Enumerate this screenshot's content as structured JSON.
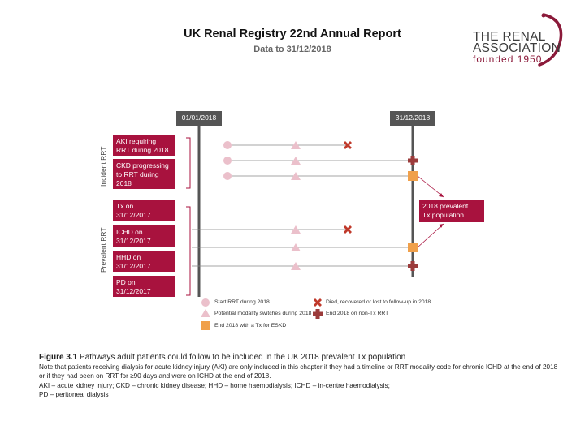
{
  "header": {
    "title": "UK Renal Registry 22nd Annual Report",
    "subtitle": "Data to 31/12/2018"
  },
  "logo": {
    "line1": "THE RENAL",
    "line2": "ASSOCIATION",
    "founded": "founded 1950",
    "color": "#8b1a3a"
  },
  "diagram": {
    "date_start": "01/01/2018",
    "date_end": "31/12/2018",
    "group_incident": "Incident RRT",
    "group_prevalent": "Prevalent RRT",
    "boxes": [
      {
        "line1": "AKI requiring",
        "line2": "RRT during 2018",
        "line3": ""
      },
      {
        "line1": "CKD progressing",
        "line2": "to RRT during",
        "line3": "2018"
      },
      {
        "line1": "Tx on",
        "line2": "31/12/2017",
        "line3": ""
      },
      {
        "line1": "ICHD on",
        "line2": "31/12/2017",
        "line3": ""
      },
      {
        "line1": "HHD on",
        "line2": "31/12/2017",
        "line3": ""
      },
      {
        "line1": "PD on",
        "line2": "31/12/2017",
        "line3": ""
      }
    ],
    "outcome": {
      "line1": "2018 prevalent",
      "line2": "Tx population"
    },
    "colors": {
      "box": "#a8123e",
      "date_header": "#555555",
      "start_marker": "#ebc0cb",
      "switch_marker": "#ebc0cb",
      "died_marker": "#c0392b",
      "non_tx_marker": "#9b3b3b",
      "tx_marker": "#f0a04b"
    },
    "legend": {
      "start": "Start RRT during 2018",
      "switch": "Potential modality switches during 2018",
      "tx": "End 2018 with a Tx for ESKD",
      "died": "Died, recovered or lost to follow-up in 2018",
      "non_tx": "End 2018 on non-Tx RRT"
    }
  },
  "caption": {
    "figure_label": "Figure 3.1",
    "figure_title": "Pathways adult patients could follow to be included in the UK 2018 prevalent Tx population",
    "note": "Note that patients receiving dialysis for acute kidney injury (AKI) are only included in this chapter if they had a timeline or RRT modality code for chronic ICHD at the end of 2018 or if they had been on RRT for ≥90 days and were on ICHD at the end of 2018.",
    "abbrev1": "AKI – acute kidney injury; CKD – chronic kidney disease; HHD – home haemodialysis; ICHD – in-centre haemodialysis;",
    "abbrev2": "PD – peritoneal dialysis"
  }
}
